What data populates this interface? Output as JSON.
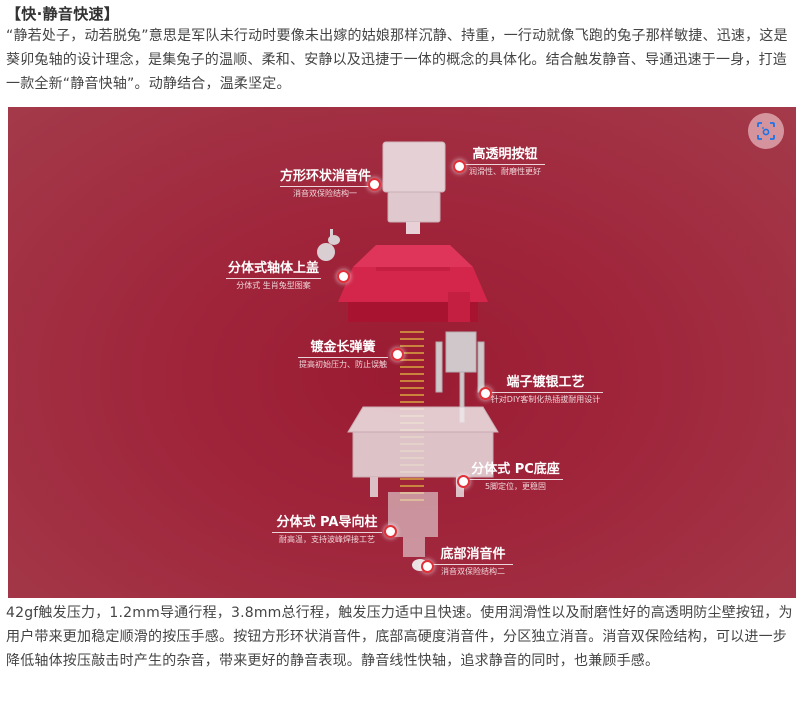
{
  "heading": "【快·静音快速】",
  "intro": "“静若处子，动若脱兔”意思是军队未行动时要像未出嫁的姑娘那样沉静、持重，一行动就像飞跑的兔子那样敏捷、迅速，这是葵卯兔轴的设计理念，是集兔子的温顺、柔和、安静以及迅捷于一体的概念的具体化。结合触发静音、导通迅速于一身，打造一款全新“静音快轴”。动静结合，温柔坚定。",
  "figure": {
    "lens_button_icon": "google-lens-icon",
    "callouts": [
      {
        "title": "高透明按钮",
        "sub": "润滑性、耐磨性更好"
      },
      {
        "title": "方形环状消音件",
        "sub": "消音双保险结构一"
      },
      {
        "title": "分体式轴体上盖",
        "sub": "分体式 生肖兔型图案"
      },
      {
        "title": "镀金长弹簧",
        "sub": "提高初始压力、防止误触"
      },
      {
        "title": "端子镀银工艺",
        "sub": "针对DIY客制化热插拔耐用设计"
      },
      {
        "title": "分体式 PC底座",
        "sub": "5脚定位，更稳固"
      },
      {
        "title": "分体式 PA导向柱",
        "sub": "耐高温，支持波峰焊接工艺"
      },
      {
        "title": "底部消音件",
        "sub": "消音双保险结构二"
      }
    ]
  },
  "body": "42gf触发压力，1.2mm导通行程，3.8mm总行程，触发压力适中且快速。使用润滑性以及耐磨性好的高透明防尘壁按钮，为用户带来更加稳定顺滑的按压手感。按钮方形环状消音件，底部高硬度消音件，分区独立消音。消音双保险结构，可以进一步降低轴体按压敲击时产生的杂音，带来更好的静音表现。静音线性快轴，追求静音的同时，也兼顾手感。",
  "colors": {
    "background_red": "#9a1b32",
    "housing_red": "#d3264a",
    "spring_gold": "#d9a640",
    "lens_blue": "#1a73e8"
  }
}
